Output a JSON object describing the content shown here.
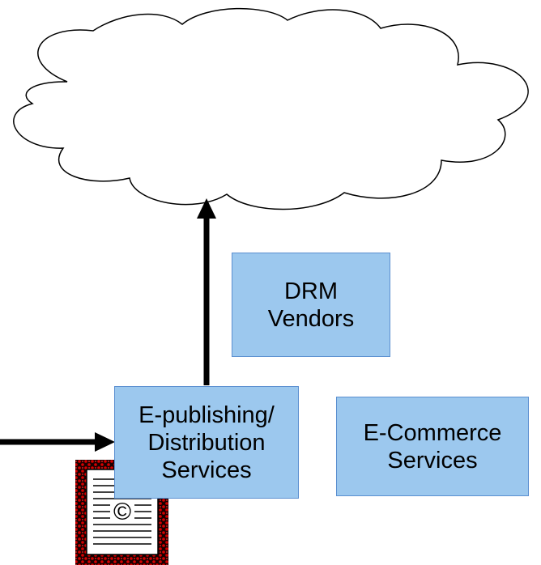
{
  "diagram": {
    "nodes": {
      "drm": {
        "line1": "DRM",
        "line2": "Vendors"
      },
      "epublishing": {
        "line1": "E-publishing/",
        "line2": "Distribution",
        "line3": "Services"
      },
      "ecommerce": {
        "line1": "E-Commerce",
        "line2": "Services"
      }
    },
    "document_icon": {
      "symbol": "©"
    },
    "colors": {
      "box_fill": "#9cc8ee",
      "box_border": "#5b8fd0",
      "arrow": "#000000",
      "icon_pattern_dark": "#1a0000",
      "icon_pattern_red": "#d60000"
    }
  }
}
